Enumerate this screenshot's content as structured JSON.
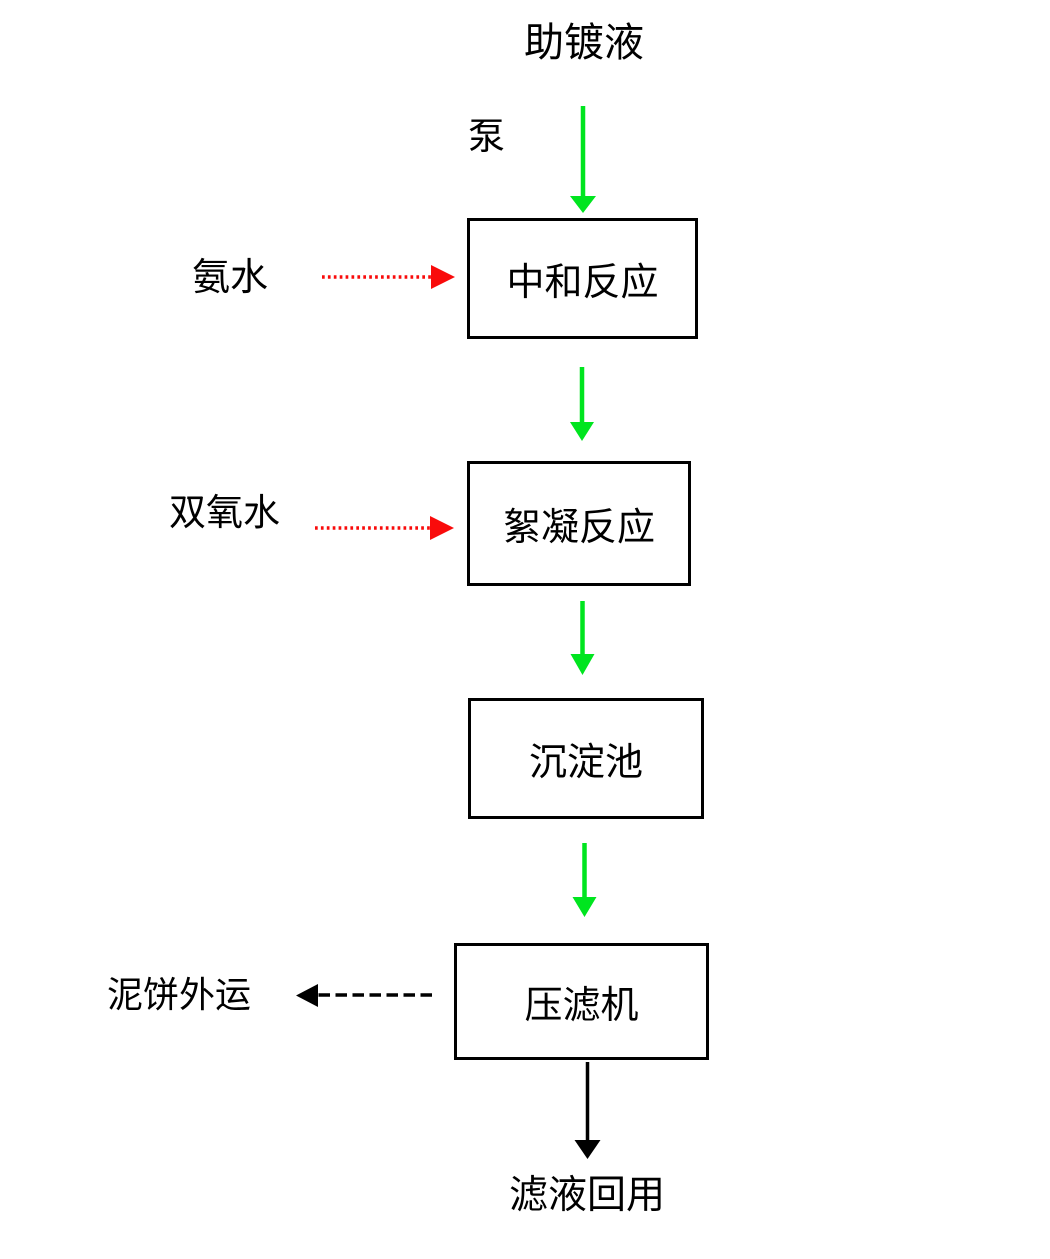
{
  "flow": {
    "source_label": "助镀液",
    "pump_label": "泵",
    "boxes": [
      {
        "label": "中和反应"
      },
      {
        "label": "絮凝反应"
      },
      {
        "label": "沉淀池"
      },
      {
        "label": "压滤机"
      }
    ],
    "dosing_inputs": [
      {
        "label": "氨水",
        "target": "中和反应"
      },
      {
        "label": "双氧水",
        "target": "絮凝反应"
      }
    ],
    "outputs": [
      {
        "label": "泥饼外运",
        "from": "压滤机"
      },
      {
        "label": "滤液回用",
        "from": "压滤机"
      }
    ],
    "connections": [
      {
        "from": "助镀液",
        "to": "中和反应",
        "style": "solid-green",
        "via_label": "泵"
      },
      {
        "from": "中和反应",
        "to": "絮凝反应",
        "style": "solid-green"
      },
      {
        "from": "絮凝反应",
        "to": "沉淀池",
        "style": "solid-green"
      },
      {
        "from": "沉淀池",
        "to": "压滤机",
        "style": "solid-green"
      },
      {
        "from": "氨水",
        "to": "中和反应",
        "style": "dotted-red"
      },
      {
        "from": "双氧水",
        "to": "絮凝反应",
        "style": "dotted-red"
      },
      {
        "from": "压滤机",
        "to": "泥饼外运",
        "style": "dashed-black"
      },
      {
        "from": "压滤机",
        "to": "滤液回用",
        "style": "solid-black"
      }
    ],
    "colors": {
      "flow_arrow_green": "#00e51f",
      "dosing_arrow_red": "#f90b0b",
      "output_arrow_black": "#000000",
      "box_border": "#000000",
      "text": "#000000",
      "background": "#ffffff"
    }
  }
}
